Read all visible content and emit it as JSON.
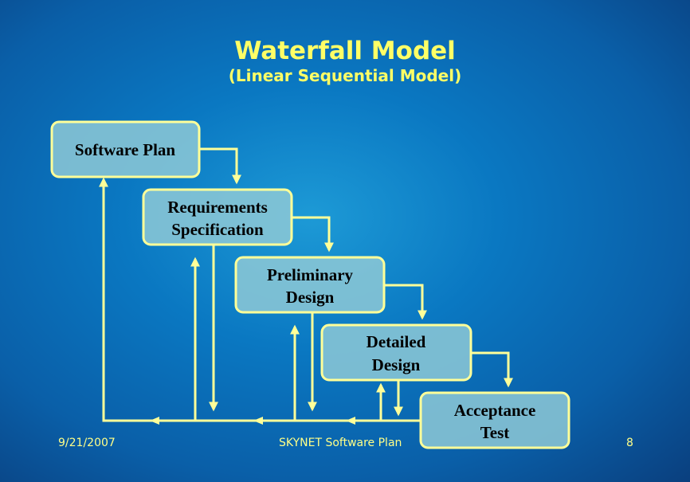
{
  "title": "Waterfall Model",
  "subtitle": "(Linear Sequential Model)",
  "boxes": [
    {
      "line1": "Software Plan",
      "line2": ""
    },
    {
      "line1": "Requirements",
      "line2": "Specification"
    },
    {
      "line1": "Preliminary",
      "line2": "Design"
    },
    {
      "line1": "Detailed",
      "line2": "Design"
    },
    {
      "line1": "Acceptance",
      "line2": "Test"
    }
  ],
  "footer": {
    "date": "9/21/2007",
    "center": "SKYNET Software Plan",
    "page": "8"
  },
  "colors": {
    "accent": "#ffff66",
    "box_fill": "#8ec9d6"
  }
}
